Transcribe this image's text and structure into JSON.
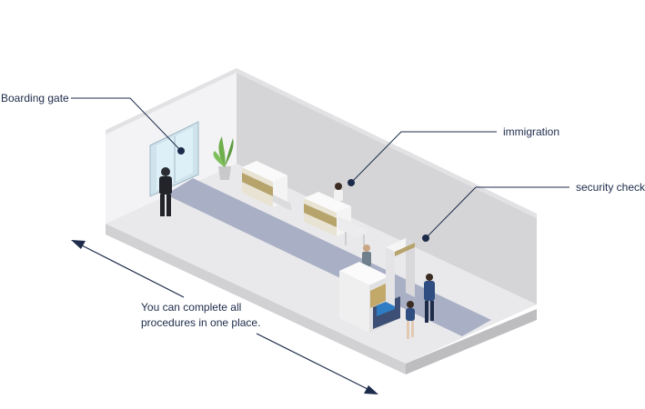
{
  "callouts": {
    "boarding_gate": "Boarding gate",
    "immigration": "immigration",
    "security_check": "security check"
  },
  "note": {
    "line1": "You can complete all",
    "line2": "procedures in one place."
  },
  "colors": {
    "text": "#1d2b4a",
    "leader_line": "#1d2b4a",
    "floor_path": "#a9b0c6",
    "wall": "#d4d4d6",
    "desk_accent": "#b7a46c"
  },
  "icons": {
    "plant": "potted-plant-icon",
    "arrow": "double-headed-arrow-icon"
  }
}
